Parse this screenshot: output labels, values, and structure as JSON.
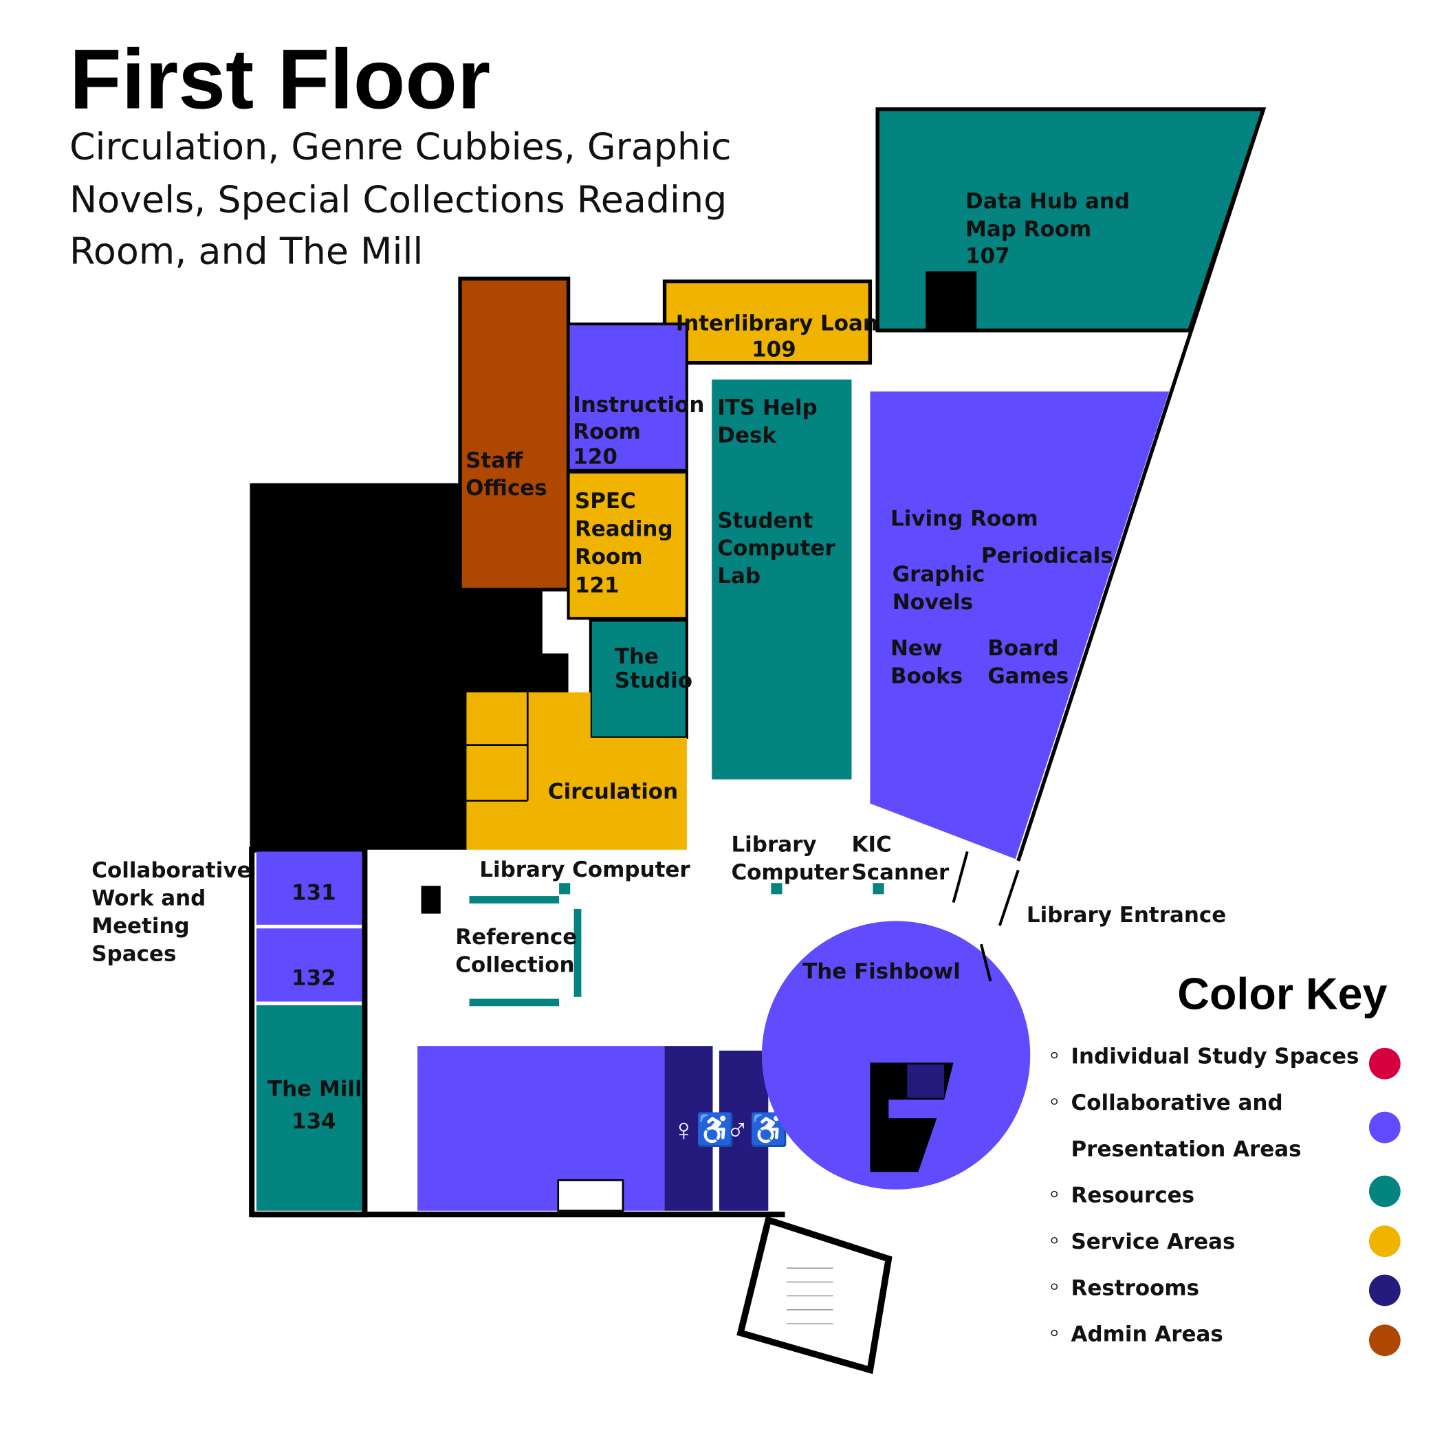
{
  "header": {
    "title": "First Floor",
    "subtitle_lines": [
      "Circulation, Genre Cubbies, Graphic",
      "Novels, Special Collections Reading",
      "Room, and The Mill"
    ]
  },
  "colors": {
    "individual": "#D6003F",
    "collaborative": "#614BFF",
    "resources": "#038481",
    "service": "#F0B400",
    "restrooms": "#251A7E",
    "admin": "#AE4700"
  },
  "rooms": {
    "data_hub": [
      "Data Hub and",
      "Map Room",
      "107"
    ],
    "ill": [
      "Interlibrary Loan",
      "109"
    ],
    "staff": [
      "Staff",
      "Offices"
    ],
    "instruction": [
      "Instruction",
      "Room",
      "120"
    ],
    "spec": [
      "SPEC",
      "Reading",
      "Room",
      "121"
    ],
    "studio": [
      "The",
      "Studio"
    ],
    "circulation": "Circulation",
    "its": [
      "ITS Help",
      "Desk"
    ],
    "lab": [
      "Student",
      "Computer",
      "Lab"
    ],
    "living_room": "Living Room",
    "periodicals": "Periodicals",
    "graphic_novels": [
      "Graphic",
      "Novels"
    ],
    "new_books": [
      "New",
      "Books"
    ],
    "board_games": [
      "Board",
      "Games"
    ],
    "collab_label": [
      "Collaborative",
      "Work and",
      "Meeting",
      "Spaces"
    ],
    "r131": "131",
    "r132": "132",
    "mill": [
      "The Mill",
      "134"
    ],
    "library_computer_1": "Library Computer",
    "reference": [
      "Reference",
      "Collection"
    ],
    "library_computer_2": [
      "Library",
      "Computer"
    ],
    "kic": [
      "KIC",
      "Scanner"
    ],
    "entrance": "Library Entrance",
    "fishbowl": "The Fishbowl"
  },
  "legend": {
    "title": "Color Key",
    "items": [
      {
        "label": [
          "Individual Study Spaces"
        ],
        "color": "#D6003F"
      },
      {
        "label": [
          "Collaborative and",
          "Presentation Areas"
        ],
        "color": "#614BFF"
      },
      {
        "label": [
          "Resources"
        ],
        "color": "#038481"
      },
      {
        "label": [
          "Service Areas"
        ],
        "color": "#F0B400"
      },
      {
        "label": [
          "Restrooms"
        ],
        "color": "#251A7E"
      },
      {
        "label": [
          "Admin Areas"
        ],
        "color": "#AE4700"
      }
    ]
  }
}
